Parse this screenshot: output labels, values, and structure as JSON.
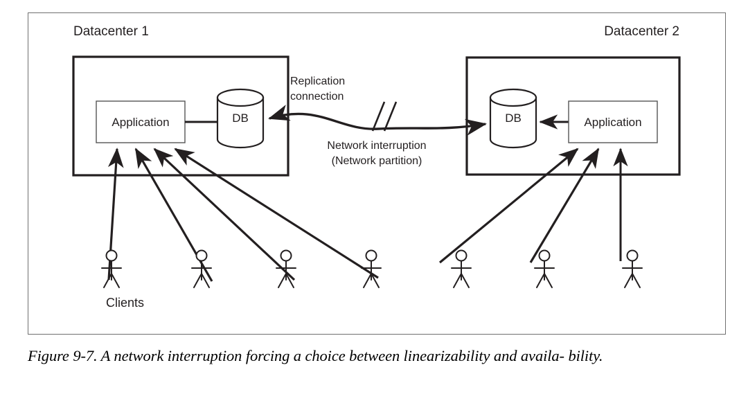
{
  "figure": {
    "caption": "Figure 9-7. A network interruption forcing a choice between linearizability and availability.",
    "caption_line1": "Figure 9-7. A network interruption forcing a choice between linearizability and availa-",
    "caption_line2": "bility.",
    "frame_color": "#6f6f6f",
    "ink_color": "#231f20"
  },
  "datacenters": [
    {
      "id": "datacenter-1",
      "label": "Datacenter 1",
      "label_align": "left",
      "nodes": [
        {
          "id": "app-1",
          "type": "box",
          "label": "Application"
        },
        {
          "id": "db-1",
          "type": "cylinder",
          "label": "DB"
        }
      ],
      "internal_flow": "Application -> DB",
      "client_count": 4
    },
    {
      "id": "datacenter-2",
      "label": "Datacenter 2",
      "label_align": "right",
      "nodes": [
        {
          "id": "db-2",
          "type": "cylinder",
          "label": "DB"
        },
        {
          "id": "app-2",
          "type": "box",
          "label": "Application"
        }
      ],
      "internal_flow": "Application -> DB",
      "client_count": 3
    }
  ],
  "link": {
    "id": "replication-link",
    "label": "Replication\nconnection",
    "label_line1": "Replication",
    "label_line2": "connection",
    "bidirectional": true,
    "broken": true,
    "break_marker": "double-slash",
    "interruption_label_line1": "Network interruption",
    "interruption_label_line2": "(Network partition)"
  },
  "clients": {
    "label": "Clients",
    "total": 7,
    "left_group": 4,
    "right_group": 3
  }
}
